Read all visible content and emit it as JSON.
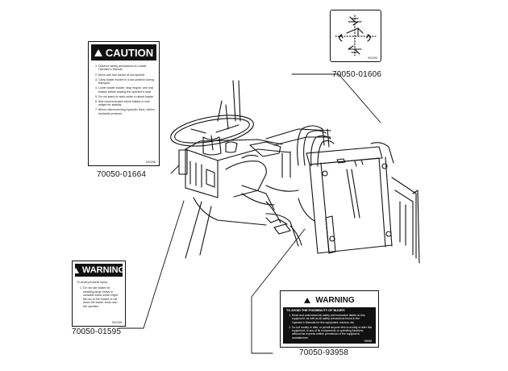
{
  "callouts": {
    "symbol_decal": "70050-01606",
    "caution_decal": "70050-01664",
    "warning_small_decal": "70050-01595",
    "warning_large_decal": "70050-93958"
  },
  "caution": {
    "title": "CAUTION",
    "items": [
      "Observe safety precautions in Loader Operator's Manual",
      "Move and turn tractor at low speeds",
      "Carry loader bucket in a low position during transport",
      "Lower loader bucket, stop engine, and lock brakes before leaving the operator's seat",
      "Do not stand or work under a raised loader",
      "Add recommended wheel ballast or rear weight for stability",
      "Before disconnecting hydraulic lines, relieve hydraulic pressure"
    ],
    "code": "931296"
  },
  "warning_small": {
    "title": "WARNING",
    "lead": "To avoid personal injury:",
    "items": [
      "Do not use loader for handling large heavy or unstable loads which might fall out of the bucket or roll down the loader arms onto the operator"
    ],
    "code": "931295"
  },
  "warning_large": {
    "title": "WARNING",
    "lead": "TO AVOID THE POSSIBILITY OF INJURY:",
    "items": [
      "Read and understand all safety and instruction labels on this equipment, as well as all safety precautions found in the Operator's Manuals for this equipment, tractors, etc.",
      "Do not modify or alter, or permit anyone else to modify or alter this equipment, or any of its components or operating functions, without the express written permission of the equipment manufacturer."
    ],
    "code": "93958"
  },
  "symbol_decal": {
    "code": "931293"
  }
}
